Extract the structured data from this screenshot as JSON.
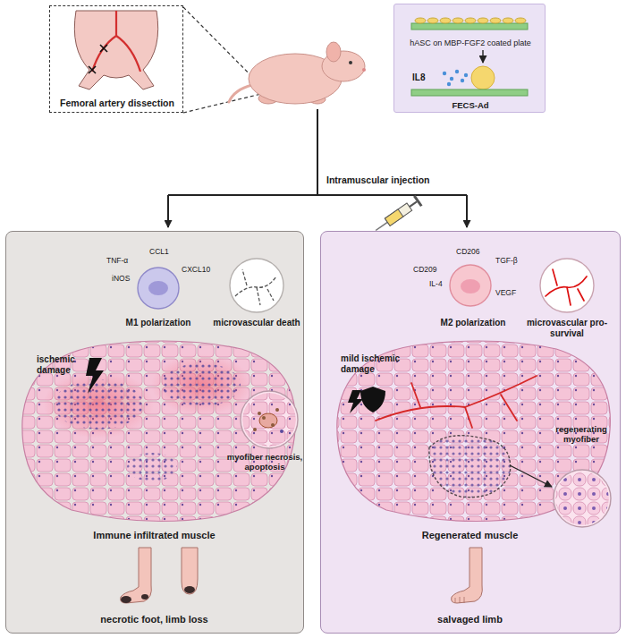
{
  "diagram": {
    "nodes": [
      {
        "text": [
          "Femoral artery dissection"
        ]
      },
      {
        "text": [
          "hASC on MBP-FGF2 coated plate",
          "IL8",
          "FECS-Ad"
        ]
      },
      {
        "text": [
          "ischemic damage",
          "Immune infiltrated muscle",
          "necrotic foot, limb loss"
        ]
      },
      {
        "text": [
          "TNF-α",
          "CCL1",
          "iNOS",
          "CXCL10",
          "M1 polarization"
        ],
        "in": 2
      },
      {
        "text": [
          "microvascular death"
        ],
        "in": 2
      },
      {
        "text": [
          "myofiber necrosis, apoptosis"
        ],
        "in": 2
      },
      {
        "text": [
          "mild ischemic damage",
          "Regenerated muscle",
          "salvaged limb"
        ]
      },
      {
        "text": [
          "CD206",
          "TGF-β",
          "CD209",
          "IL-4",
          "VEGF",
          "M2 polarization"
        ],
        "in": 6
      },
      {
        "text": [
          "microvascular pro-survival"
        ],
        "in": 6
      },
      {
        "text": [
          "regenerating myofiber"
        ],
        "in": 6
      }
    ],
    "labels": [
      "Intramuscular injection"
    ]
  }
}
